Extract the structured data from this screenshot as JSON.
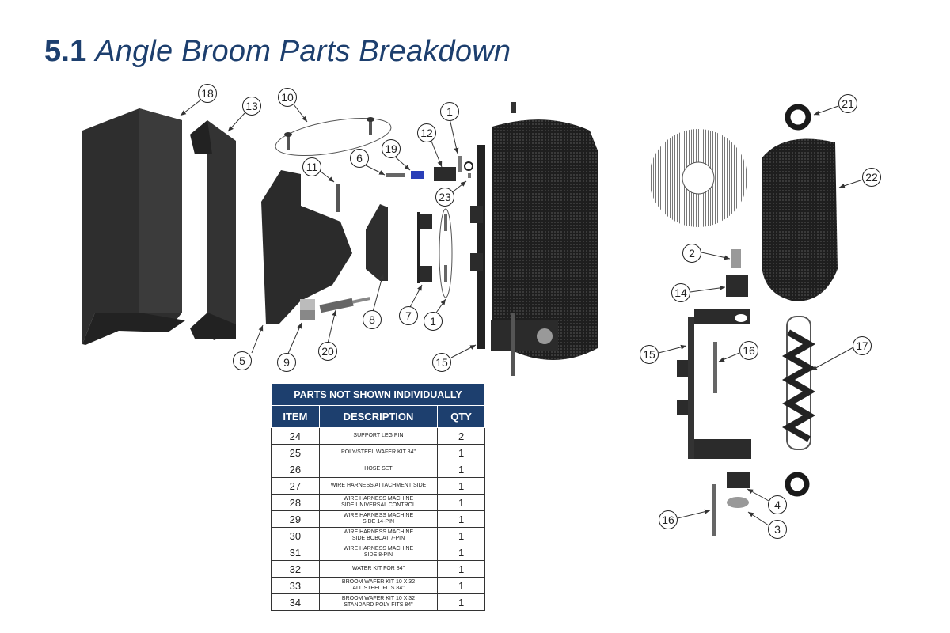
{
  "title": {
    "number": "5.1",
    "text": "Angle Broom Parts Breakdown"
  },
  "colors": {
    "brand_blue": "#1d3f6e",
    "part_dark": "#2b2b2b",
    "spring_blue": "#2a3fb8"
  },
  "callouts": [
    {
      "id": "c18",
      "label": "18"
    },
    {
      "id": "c13",
      "label": "13"
    },
    {
      "id": "c10",
      "label": "10"
    },
    {
      "id": "c11",
      "label": "11"
    },
    {
      "id": "c6",
      "label": "6"
    },
    {
      "id": "c19",
      "label": "19"
    },
    {
      "id": "c12",
      "label": "12"
    },
    {
      "id": "c1a",
      "label": "1"
    },
    {
      "id": "c23",
      "label": "23"
    },
    {
      "id": "c5",
      "label": "5"
    },
    {
      "id": "c9",
      "label": "9"
    },
    {
      "id": "c20",
      "label": "20"
    },
    {
      "id": "c8",
      "label": "8"
    },
    {
      "id": "c7",
      "label": "7"
    },
    {
      "id": "c1b",
      "label": "1"
    },
    {
      "id": "c15a",
      "label": "15"
    },
    {
      "id": "c21",
      "label": "21"
    },
    {
      "id": "c22",
      "label": "22"
    },
    {
      "id": "c2",
      "label": "2"
    },
    {
      "id": "c14",
      "label": "14"
    },
    {
      "id": "c15b",
      "label": "15"
    },
    {
      "id": "c16a",
      "label": "16"
    },
    {
      "id": "c17",
      "label": "17"
    },
    {
      "id": "c4",
      "label": "4"
    },
    {
      "id": "c16b",
      "label": "16"
    },
    {
      "id": "c3",
      "label": "3"
    }
  ],
  "parts_table": {
    "caption": "PARTS NOT SHOWN INDIVIDUALLY",
    "headers": [
      "ITEM",
      "DESCRIPTION",
      "QTY"
    ],
    "rows": [
      {
        "item": "24",
        "description": "SUPPORT LEG PIN",
        "qty": "2"
      },
      {
        "item": "25",
        "description": "POLY/STEEL WAFER KIT 84\"",
        "qty": "1"
      },
      {
        "item": "26",
        "description": "HOSE SET",
        "qty": "1"
      },
      {
        "item": "27",
        "description": "WIRE HARNESS ATTACHMENT SIDE",
        "qty": "1"
      },
      {
        "item": "28",
        "description": "WIRE HARNESS MACHINE\nSIDE UNIVERSAL CONTROL",
        "qty": "1"
      },
      {
        "item": "29",
        "description": "WIRE HARNESS MACHINE\nSIDE 14-PIN",
        "qty": "1"
      },
      {
        "item": "30",
        "description": "WIRE HARNESS MACHINE\nSIDE BOBCAT 7-PIN",
        "qty": "1"
      },
      {
        "item": "31",
        "description": "WIRE HARNESS MACHINE\nSIDE 8-PIN",
        "qty": "1"
      },
      {
        "item": "32",
        "description": "WATER KIT FOR 84\"",
        "qty": "1"
      },
      {
        "item": "33",
        "description": "BROOM WAFER KIT 10 X 32\nALL STEEL FITS 84\"",
        "qty": "1"
      },
      {
        "item": "34",
        "description": "BROOM WAFER KIT 10 X 32\nSTANDARD POLY FITS 84\"",
        "qty": "1"
      }
    ]
  }
}
